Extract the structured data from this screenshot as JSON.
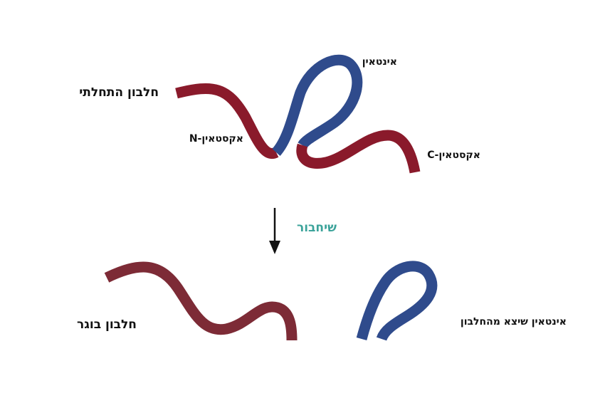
{
  "labels": {
    "initial_protein": "חלבון התחלתי",
    "intein": "אינטאין",
    "n_extein": "אקסטאין-N",
    "c_extein": "אקסטאין-C",
    "splicing": "שיחבור",
    "mature_protein": "חלבון בוגר",
    "excised_intein": "אינטאין שיצא מהחלבון"
  },
  "colors": {
    "extein": "#8a1a2b",
    "mature_extein": "#7d2b36",
    "intein": "#2f4b8c",
    "splice_label": "#3ba39a",
    "arrow": "#111111"
  }
}
